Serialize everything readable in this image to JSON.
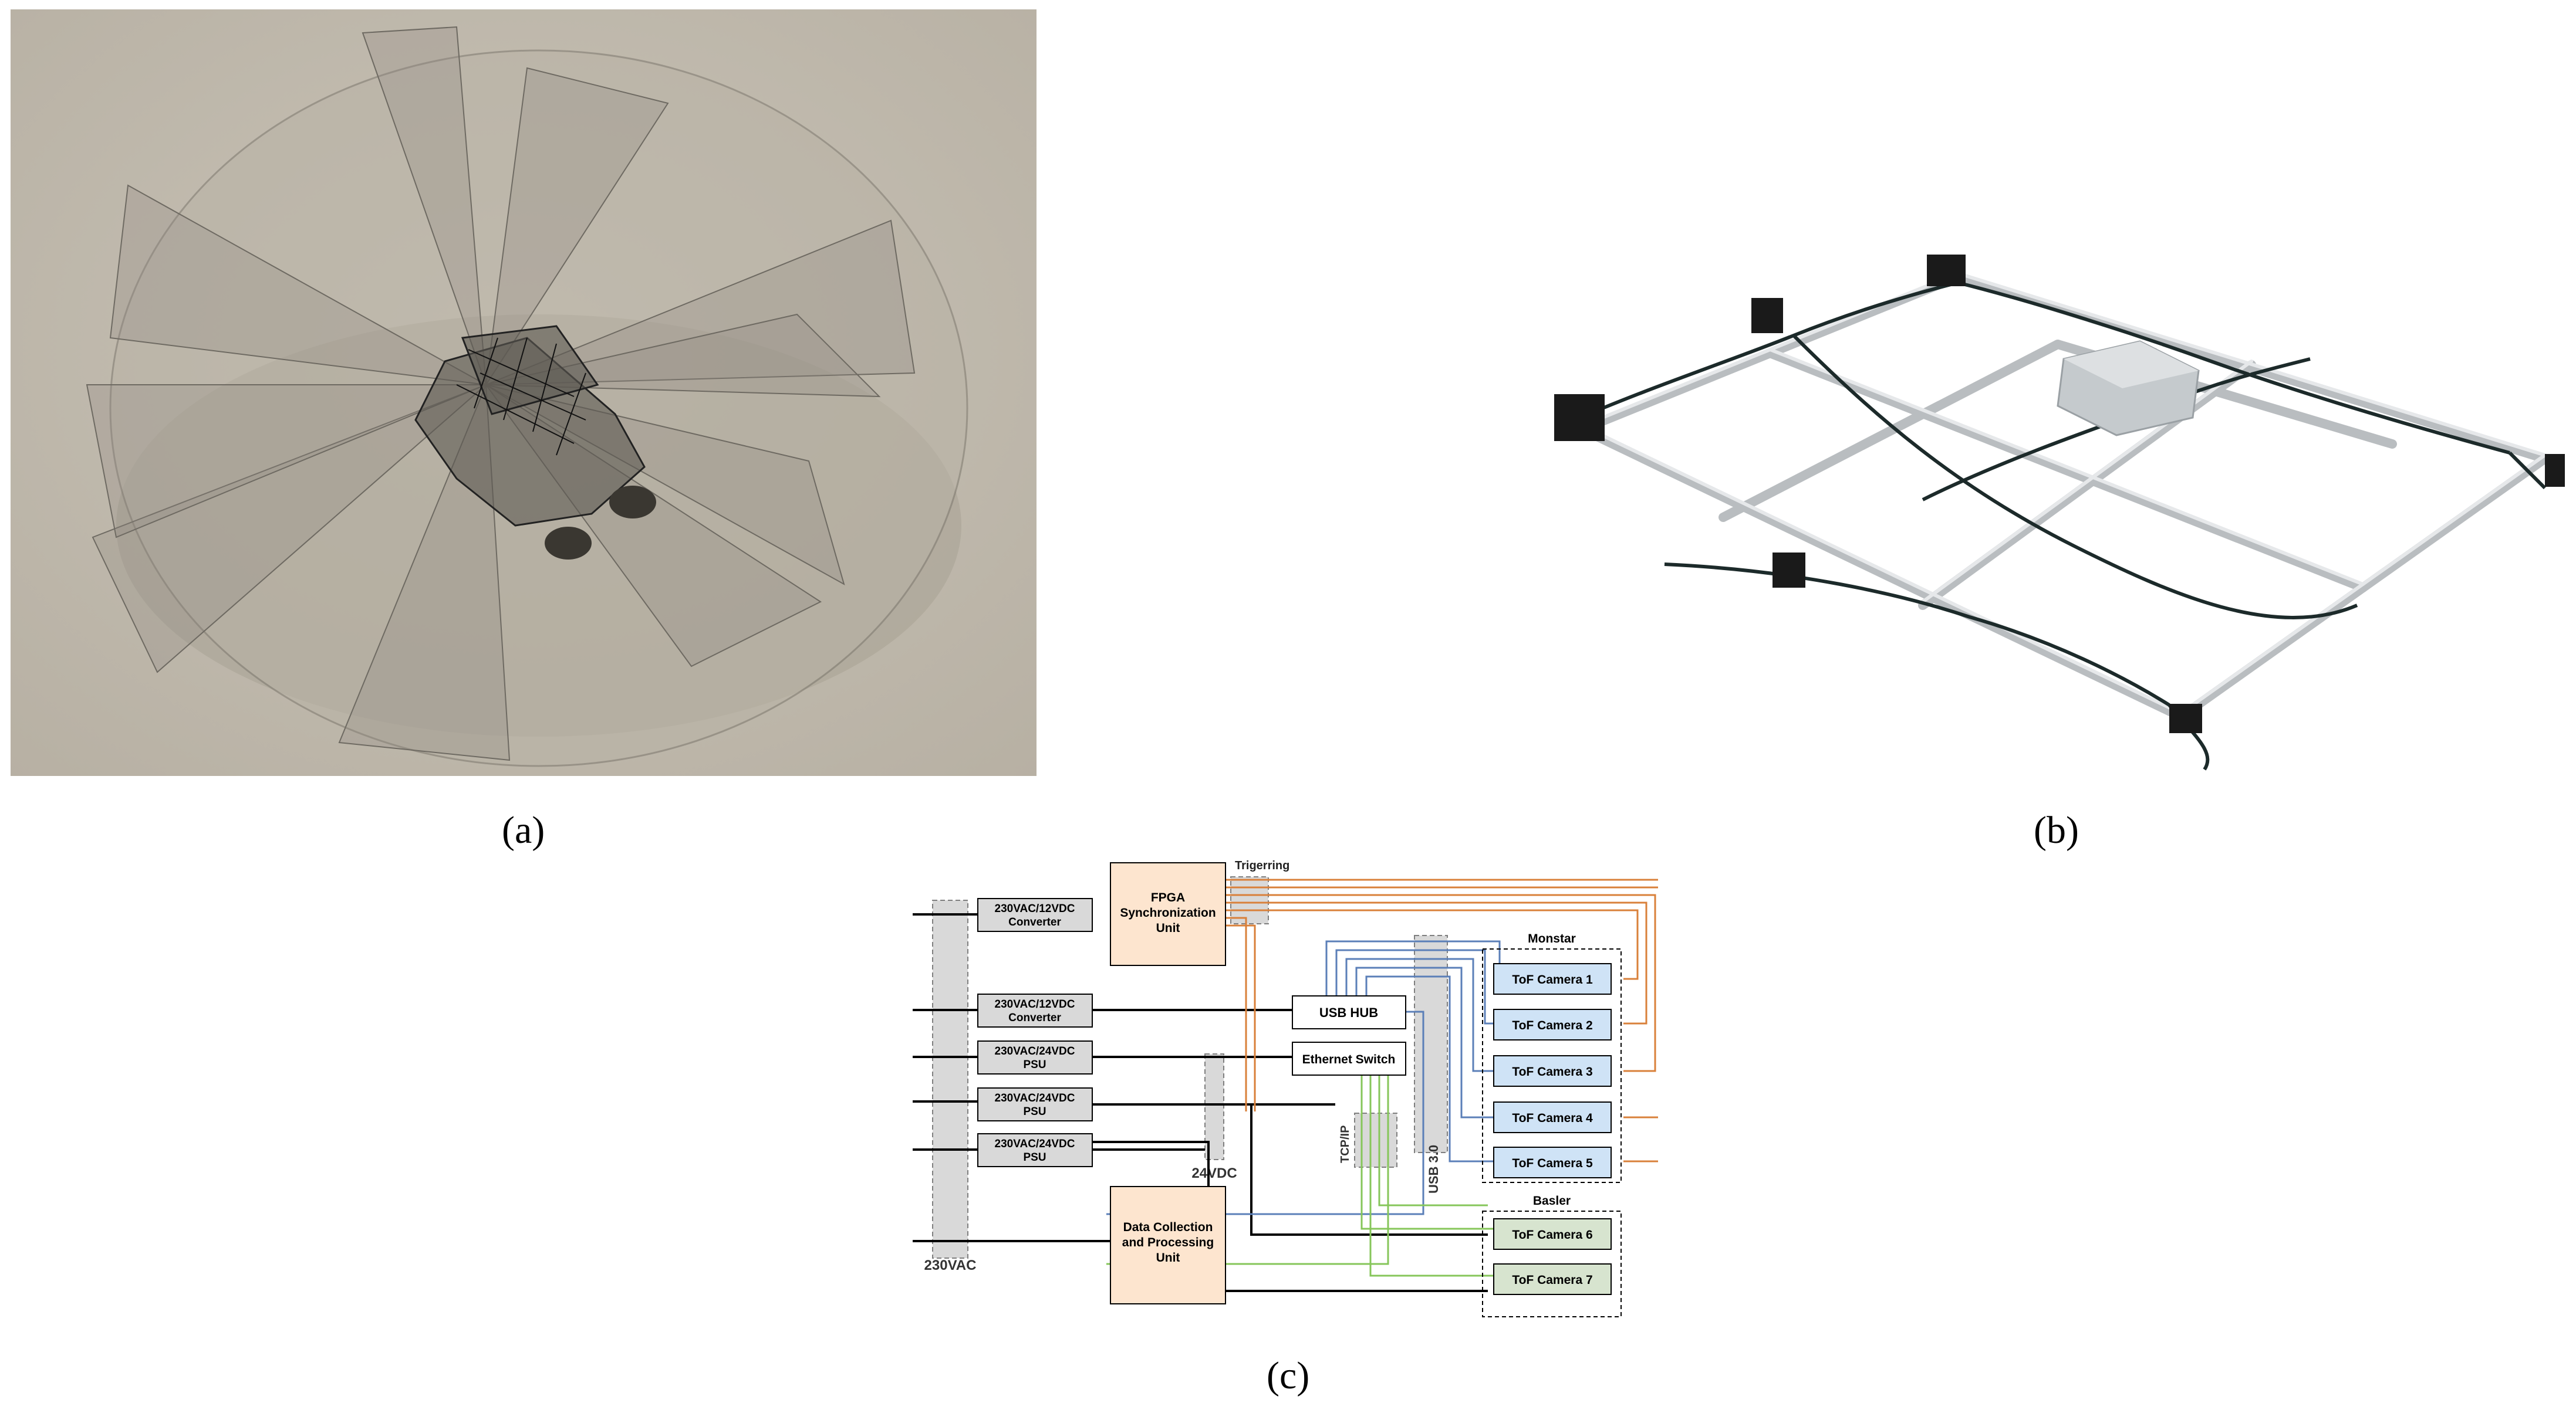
{
  "captions": {
    "a": "(a)",
    "b": "(b)",
    "c": "(c)"
  },
  "panel_a": {
    "icon": "car-sensor-fov-render-image"
  },
  "panel_b": {
    "icon": "aluminum-rig-with-cameras-photo"
  },
  "diagram": {
    "bus_labels": {
      "ac": "230VAC",
      "dc24": "24VDC",
      "usb": "USB 3.0",
      "tcp": "TCP/IP",
      "trigger": "Trigerring"
    },
    "converters": [
      {
        "line1": "230VAC/12VDC",
        "line2": "Converter"
      },
      {
        "line1": "230VAC/12VDC",
        "line2": "Converter"
      },
      {
        "line1": "230VAC/24VDC",
        "line2": "PSU"
      },
      {
        "line1": "230VAC/24VDC",
        "line2": "PSU"
      },
      {
        "line1": "230VAC/24VDC",
        "line2": "PSU"
      }
    ],
    "fpga": {
      "line1": "FPGA",
      "line2": "Synchronization",
      "line3": "Unit"
    },
    "usb_hub": "USB HUB",
    "ethernet_switch": "Ethernet Switch",
    "data_unit": {
      "line1": "Data Collection",
      "line2": "and Processing",
      "line3": "Unit"
    },
    "groups": {
      "monstar": "Monstar",
      "basler": "Basler"
    },
    "cameras": [
      "ToF Camera 1",
      "ToF Camera 2",
      "ToF Camera 3",
      "ToF Camera 4",
      "ToF Camera 5",
      "ToF Camera 6",
      "ToF Camera 7"
    ],
    "colors": {
      "trigger": "#d9803a",
      "usb": "#5b7fb8",
      "ethernet": "#86c65a",
      "power": "#000000",
      "fpga_fill": "#fde5cf",
      "monstar_fill": "#cfe3f6",
      "basler_fill": "#d7e4cf",
      "converter_fill": "#d9d9d9",
      "bus_fill": "#d9d9d9"
    }
  }
}
